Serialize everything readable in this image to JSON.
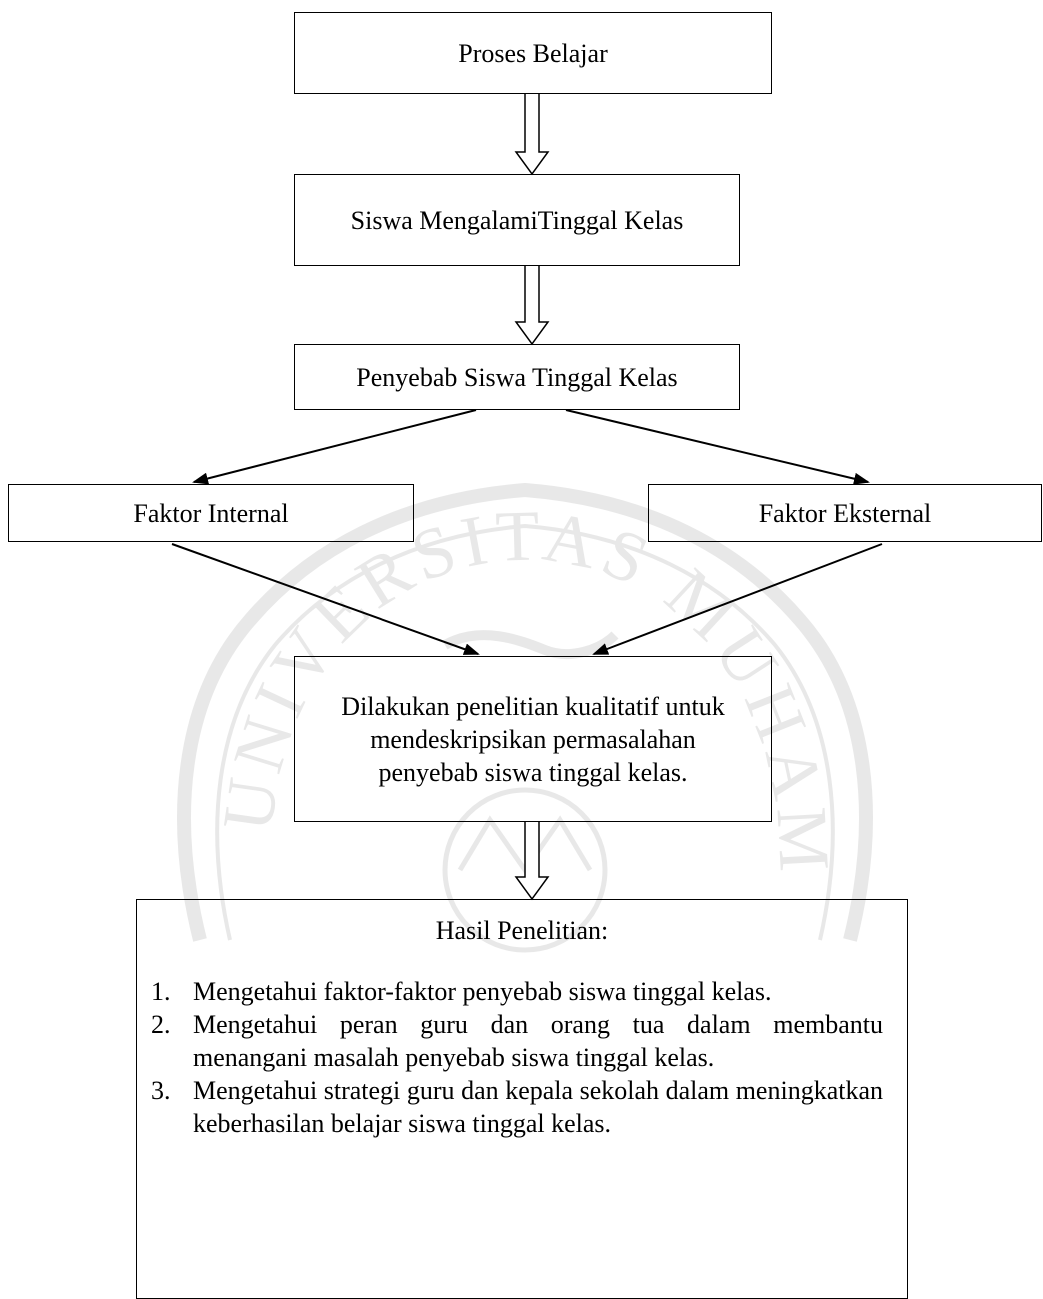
{
  "boxes": {
    "proses": "Proses Belajar",
    "siswa": "Siswa  MengalamiTinggal Kelas",
    "penyebab": "Penyebab Siswa Tinggal Kelas",
    "internal": "Faktor Internal",
    "eksternal": "Faktor Eksternal",
    "penelitian": "Dilakukan penelitian kualitatif untuk mendeskripsikan permasalahan penyebab siswa tinggal kelas."
  },
  "hasil": {
    "title": "Hasil Penelitian:",
    "items": [
      {
        "num": "1.",
        "text": "Mengetahui faktor-faktor penyebab siswa tinggal kelas."
      },
      {
        "num": "2.",
        "text": "Mengetahui peran guru dan orang tua dalam membantu menangani masalah penyebab siswa tinggal kelas."
      },
      {
        "num": "3.",
        "text": "Mengetahui strategi guru dan kepala sekolah dalam meningkatkan keberhasilan belajar siswa tinggal kelas."
      }
    ]
  },
  "watermark": {
    "text": "UNIVERSITAS MUHAMMADIYAH"
  },
  "colors": {
    "stroke": "#000000",
    "watermark": "#555555"
  }
}
